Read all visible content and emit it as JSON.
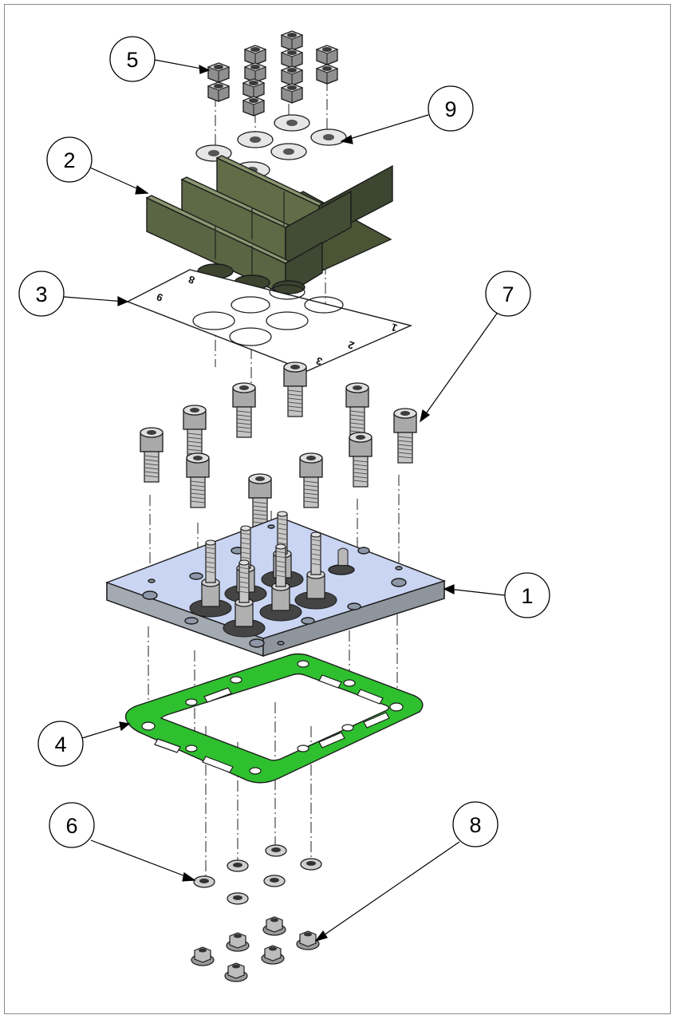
{
  "balloons": [
    {
      "label": "5"
    },
    {
      "label": "9"
    },
    {
      "label": "2"
    },
    {
      "label": "3"
    },
    {
      "label": "7"
    },
    {
      "label": "1"
    },
    {
      "label": "4"
    },
    {
      "label": "6"
    },
    {
      "label": "8"
    }
  ],
  "terminal_plate_numbers": [
    "9",
    "8",
    "3",
    "2",
    "1"
  ],
  "colors": {
    "housing": "#55603f",
    "base_plate_top": "#c9d6f3",
    "base_plate_side": "#9ea4ac",
    "gasket": "#2fc02f",
    "hardware": "#b8b8b8",
    "washer": "#e3e3e3",
    "leader": "#000000"
  }
}
